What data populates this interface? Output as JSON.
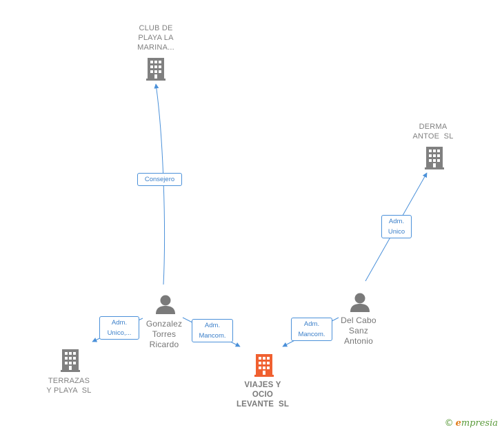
{
  "colors": {
    "edge": "#4a90d9",
    "company_icon": "#808080",
    "focus_icon": "#f06030",
    "person_icon": "#7a7a7a",
    "label_text": "#808080",
    "edge_label_border": "#4a90d9",
    "edge_label_text": "#3b7fc9",
    "brand": "#5a9a3a",
    "brand_accent": "#e07b1a"
  },
  "nodes": {
    "club": {
      "type": "company",
      "icon": "building-icon",
      "label_lines": [
        "CLUB DE",
        "PLAYA LA",
        "MARINA..."
      ]
    },
    "derma": {
      "type": "company",
      "icon": "building-icon",
      "label_lines": [
        "DERMA",
        "ANTOE  SL"
      ]
    },
    "terrazas": {
      "type": "company",
      "icon": "building-icon",
      "label_lines": [
        "TERRAZAS",
        "Y PLAYA  SL"
      ]
    },
    "viajes": {
      "type": "company-focus",
      "icon": "building-icon",
      "label_lines": [
        "VIAJES Y",
        "OCIO",
        "LEVANTE  SL"
      ]
    },
    "gonzalez": {
      "type": "person",
      "icon": "person-icon",
      "label_lines": [
        "Gonzalez",
        "Torres",
        "Ricardo"
      ]
    },
    "delcabo": {
      "type": "person",
      "icon": "person-icon",
      "label_lines": [
        "Del Cabo",
        "Sanz",
        "Antonio"
      ]
    }
  },
  "edges": {
    "consejero": {
      "from": "gonzalez",
      "to": "club",
      "label_lines": [
        "Consejero"
      ]
    },
    "adm_unico_derma": {
      "from": "delcabo",
      "to": "derma",
      "label_lines": [
        "Adm.",
        "Unico"
      ]
    },
    "adm_unico_terrazas": {
      "from": "gonzalez",
      "to": "terrazas",
      "label_lines": [
        "Adm.",
        "Unico,..."
      ]
    },
    "adm_mancom_gonzalez": {
      "from": "gonzalez",
      "to": "viajes",
      "label_lines": [
        "Adm.",
        "Mancom."
      ]
    },
    "adm_mancom_delcabo": {
      "from": "delcabo",
      "to": "viajes",
      "label_lines": [
        "Adm.",
        "Mancom."
      ]
    }
  },
  "brand": {
    "copyright": "©",
    "initial": "e",
    "rest": "mpresia"
  }
}
